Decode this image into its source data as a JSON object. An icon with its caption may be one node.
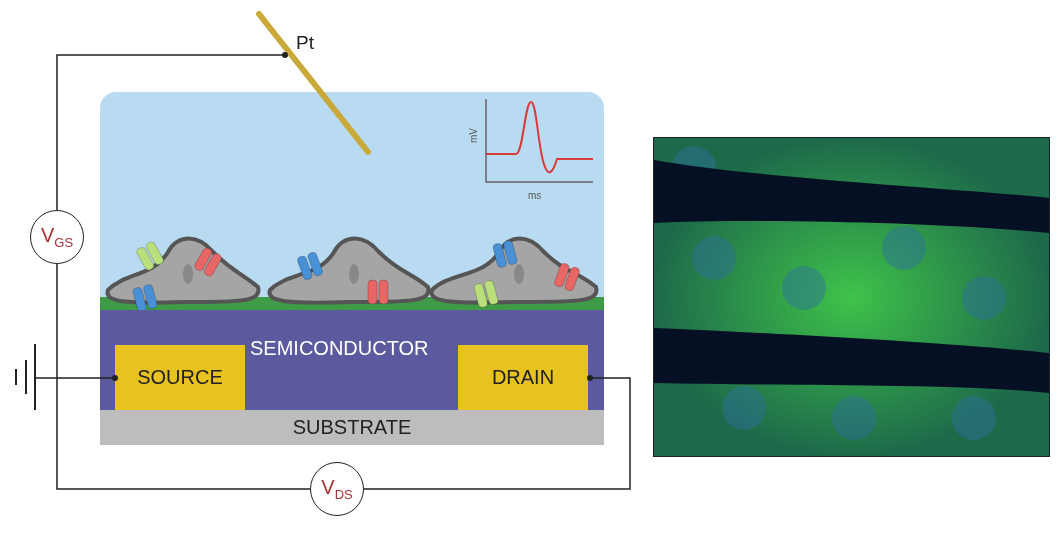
{
  "diagram": {
    "nodes": [
      {
        "text": [
          "Pt"
        ]
      },
      {
        "text": [
          "V$_{GS}$"
        ]
      },
      {
        "text": [
          "SEMICONDUCTOR"
        ]
      },
      {
        "text": [
          "SOURCE"
        ],
        "in": 2
      },
      {
        "text": [
          "DRAIN"
        ],
        "in": 2
      },
      {
        "text": [
          "SUBSTRATE"
        ]
      },
      {
        "text": [],
        "shape": "ground"
      },
      {
        "text": [
          "V$_{DS}$"
        ]
      }
    ],
    "edges": [
      {
        "from": 0,
        "to": 1,
        "arrow": "other"
      },
      {
        "from": 1,
        "to": 7,
        "arrow": "none"
      },
      {
        "from": 6,
        "to": 3,
        "arrow": "other"
      },
      {
        "from": 7,
        "to": 4,
        "arrow": "other"
      }
    ],
    "labels": [
      "mV",
      "ms"
    ]
  }
}
